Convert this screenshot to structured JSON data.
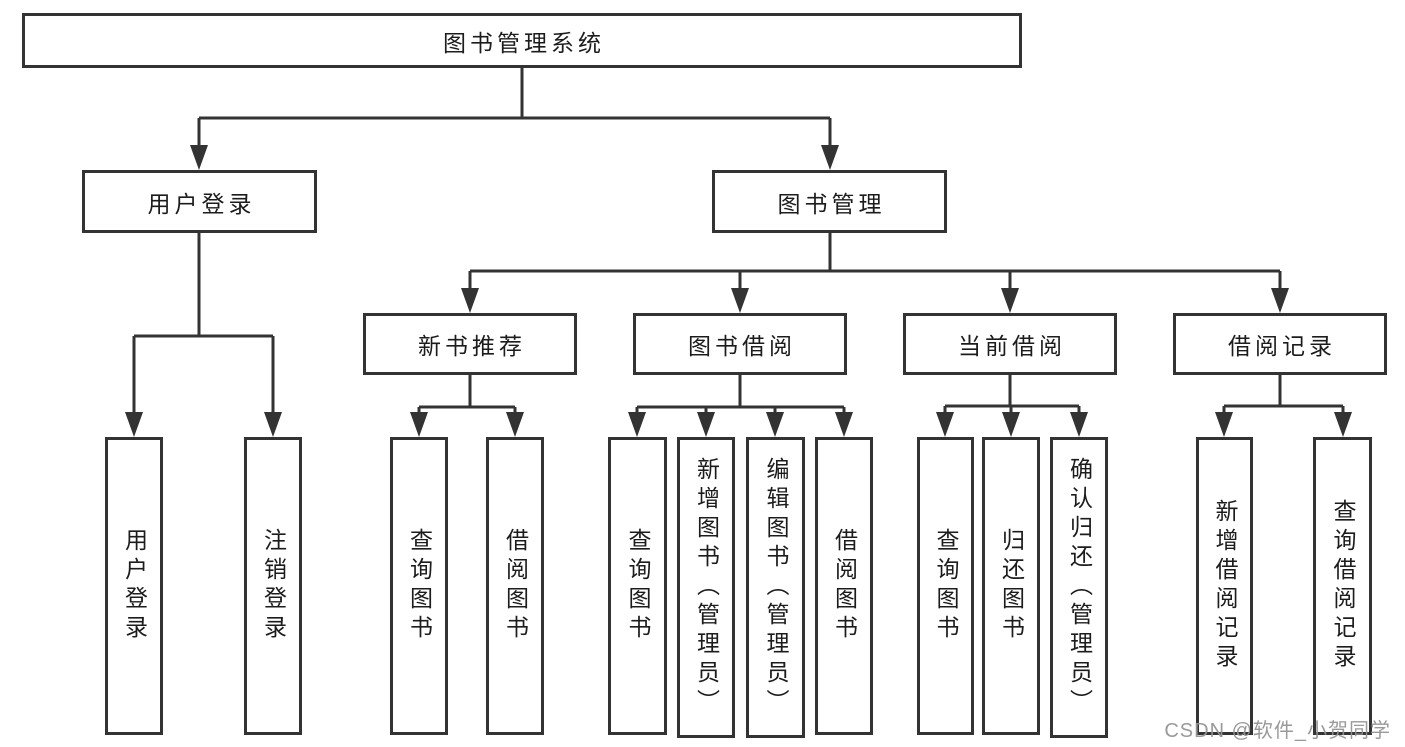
{
  "diagram": {
    "title": "图书管理系统",
    "watermark": "CSDN @软件_小贺同学"
  },
  "colors": {
    "line": "#333333",
    "text": "#1c1c1c",
    "box_background": "#ffffff",
    "watermark": "#949494"
  },
  "nodes": {
    "root": "图书管理系统",
    "user_login": "用户登录",
    "book_mgmt": "图书管理",
    "new_book_rec": "新书推荐",
    "book_borrow": "图书借阅",
    "current_borrow": "当前借阅",
    "borrow_records": "借阅记录",
    "user_login_children": [
      "用户登录",
      "注销登录"
    ],
    "new_book_rec_children": [
      "查询图书",
      "借阅图书"
    ],
    "book_borrow_children": [
      "查询图书",
      "新增图书（管理员）",
      "编辑图书（管理员）",
      "借阅图书"
    ],
    "current_borrow_children": [
      "查询图书",
      "归还图书",
      "确认归还（管理员）"
    ],
    "borrow_records_children": [
      "新增借阅记录",
      "查询借阅记录"
    ]
  }
}
